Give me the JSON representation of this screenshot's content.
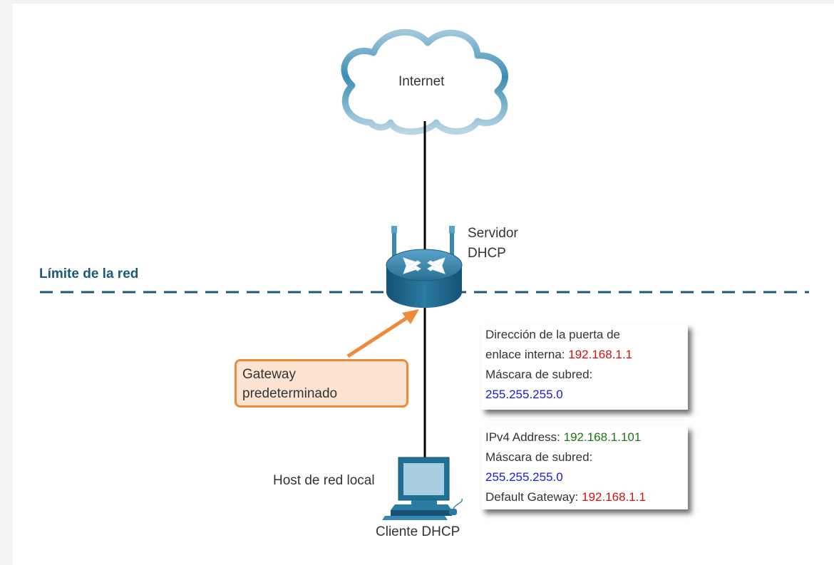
{
  "internet": {
    "label": "Internet"
  },
  "router": {
    "label_line1": "Servidor",
    "label_line2": "DHCP"
  },
  "boundary": {
    "label": "Límite de la red"
  },
  "callout": {
    "line1": "Gateway",
    "line2": "predeterminado"
  },
  "gateway_info": {
    "line1": "Dirección de la puerta de",
    "line2_prefix": "enlace interna: ",
    "ip": "192.168.1.1",
    "mask_label": "Máscara de subred:",
    "mask": "255.255.255.0"
  },
  "client_info": {
    "ipv4_label": "IPv4 Address: ",
    "ipv4": "192.168.1.101",
    "mask_label": "Máscara de subred:",
    "mask": "255.255.255.0",
    "gateway_label": "Default Gateway: ",
    "gateway": "192.168.1.1"
  },
  "host": {
    "label": "Host de red local",
    "client_label": "Cliente DHCP"
  },
  "colors": {
    "boundary": "#1d5a78",
    "callout_border": "#ef8a3a",
    "callout_fill": "#fde4d2",
    "ip_red": "#cc1111",
    "ip_green": "#177a17",
    "mask_blue": "#1a1adc"
  }
}
